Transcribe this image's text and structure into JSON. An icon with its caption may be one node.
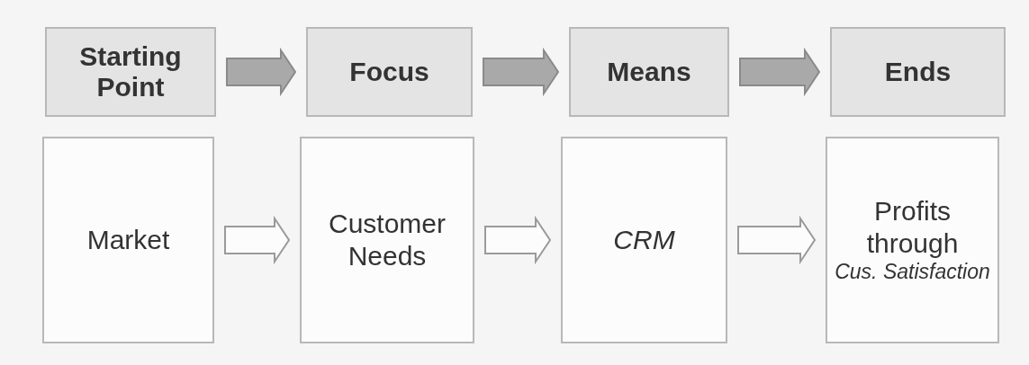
{
  "diagram": {
    "nodes": [
      {
        "text": [
          "Starting Point"
        ]
      },
      {
        "text": [
          "Focus"
        ]
      },
      {
        "text": [
          "Means"
        ]
      },
      {
        "text": [
          "Ends"
        ]
      },
      {
        "text": [
          "Market"
        ]
      },
      {
        "text": [
          "Customer Needs"
        ]
      },
      {
        "text": [
          "CRM"
        ]
      },
      {
        "text": [
          "Profits through",
          "Cus. Satisfaction"
        ]
      }
    ],
    "edges": [
      {
        "from": 0,
        "to": 1,
        "arrow": "to",
        "style": "thick"
      },
      {
        "from": 1,
        "to": 2,
        "arrow": "to",
        "style": "thick"
      },
      {
        "from": 2,
        "to": 3,
        "arrow": "to",
        "style": "thick"
      },
      {
        "from": 4,
        "to": 5,
        "arrow": "to"
      },
      {
        "from": 5,
        "to": 6,
        "arrow": "to"
      },
      {
        "from": 6,
        "to": 7,
        "arrow": "to"
      }
    ]
  }
}
